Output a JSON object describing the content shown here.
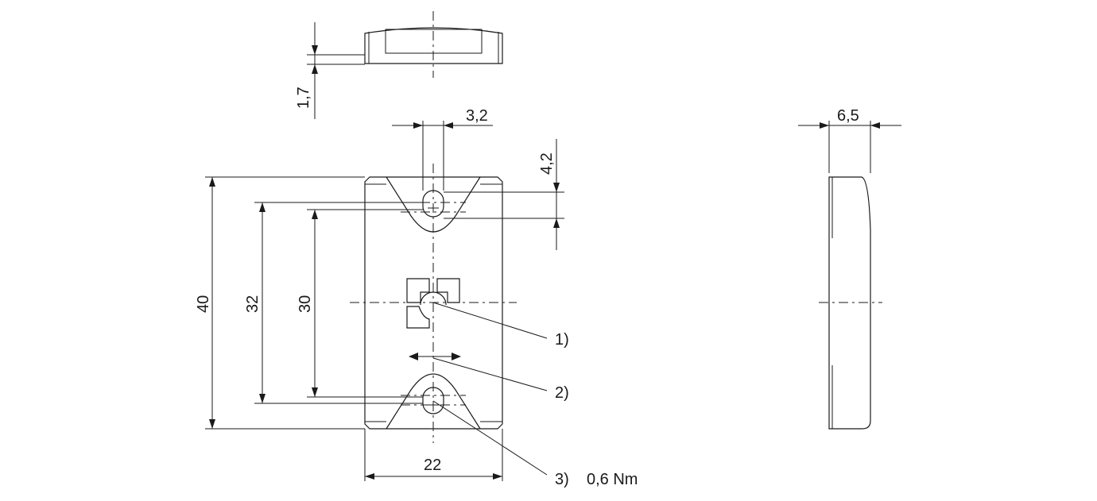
{
  "dimensions": {
    "top_thickness": "1,7",
    "slot_width": "3,2",
    "slot_height": "4,2",
    "height_total": "40",
    "hole_pitch_outer": "32",
    "hole_pitch_inner": "30",
    "width": "22",
    "side_thickness": "6,5"
  },
  "callouts": {
    "c1": "1)",
    "c2": "2)",
    "c3": "3)",
    "torque": "0,6 Nm"
  }
}
